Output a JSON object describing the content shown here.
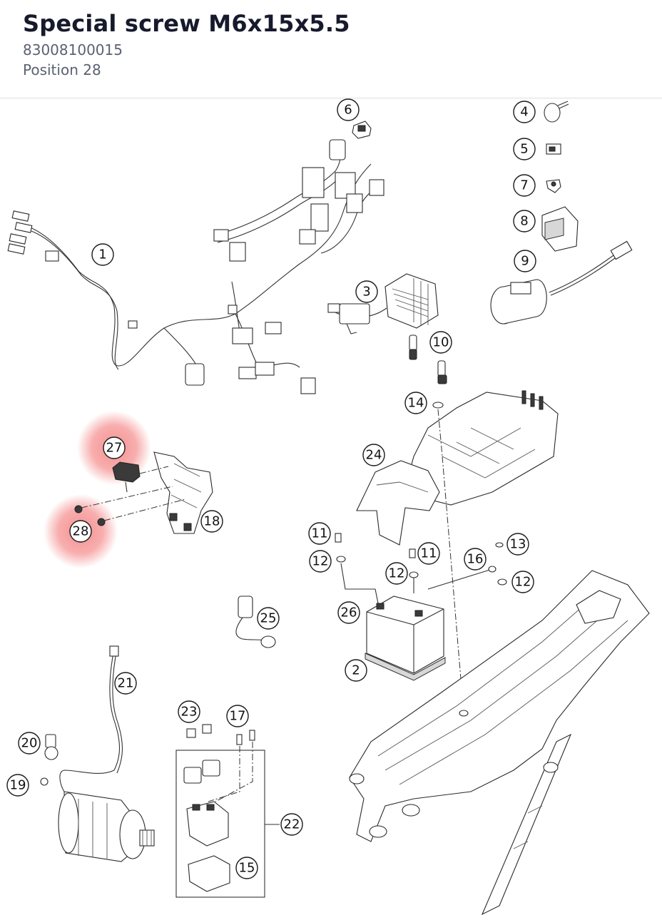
{
  "header": {
    "title": "Special screw M6x15x5.5",
    "part_number": "83008100015",
    "position": "Position 28"
  },
  "diagram": {
    "highlight_color": "#f26b6b",
    "highlighted": [
      "27",
      "28"
    ],
    "callouts": {
      "c1": "1",
      "c2": "2",
      "c3": "3",
      "c4": "4",
      "c5": "5",
      "c6": "6",
      "c7": "7",
      "c8": "8",
      "c9": "9",
      "c10": "10",
      "c11a": "11",
      "c11b": "11",
      "c12a": "12",
      "c12b": "12",
      "c12c": "12",
      "c13": "13",
      "c14": "14",
      "c15": "15",
      "c16": "16",
      "c17": "17",
      "c18": "18",
      "c19": "19",
      "c20": "20",
      "c21": "21",
      "c22": "22",
      "c23": "23",
      "c24": "24",
      "c25": "25",
      "c26": "26",
      "c27": "27",
      "c28": "28"
    }
  }
}
